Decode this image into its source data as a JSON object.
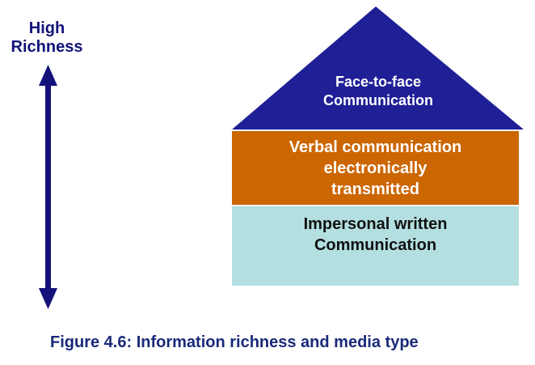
{
  "axis": {
    "label_line1": "High",
    "label_line2": "Richness"
  },
  "layers": {
    "top": {
      "line1": "Face-to-face",
      "line2": "Communication"
    },
    "middle": {
      "line1": "Verbal communication",
      "line2": "electronically",
      "line3": "transmitted"
    },
    "bottom": {
      "line1": "Impersonal written",
      "line2": "Communication"
    }
  },
  "caption": "Figure 4.6: Information richness and media type",
  "colors": {
    "roof": "#1f1f96",
    "middle": "#cc6600",
    "bottom": "#b3dfe0",
    "arrow": "#12127a",
    "caption": "#1a2a7a"
  }
}
